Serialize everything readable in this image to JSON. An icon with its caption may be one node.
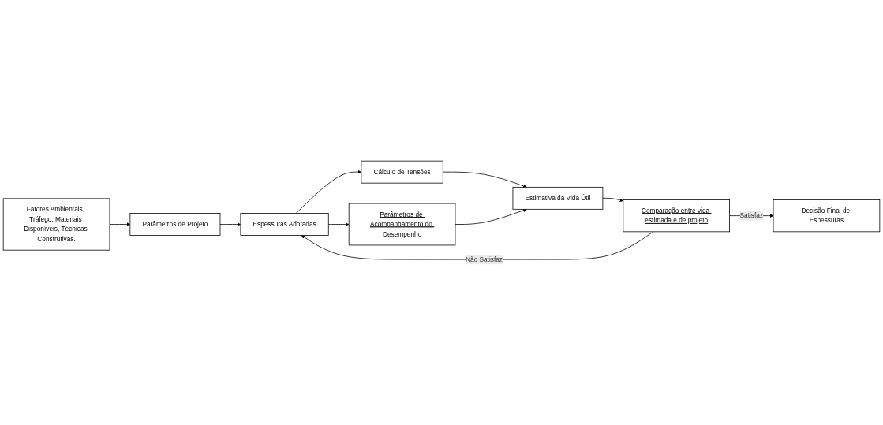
{
  "diagram": {
    "nodes": [
      {
        "text": [
          "Fatores Ambientais, Tráfego, Materiais Disponíveis, Técnicas Construtivas."
        ]
      },
      {
        "text": [
          "Parâmetros de Projeto"
        ]
      },
      {
        "text": [
          "Espessuras Adotadas"
        ]
      },
      {
        "text": [
          "Cálculo de Tensões"
        ]
      },
      {
        "text": [
          "Estimativa da Vida Útil"
        ]
      },
      {
        "text": [
          "Parâmetros de Acompanhamento do Desempenho"
        ]
      },
      {
        "text": [
          "Comparação entre vida estimada e de projeto"
        ]
      },
      {
        "text": [
          "Decisão Final de Espessuras"
        ]
      }
    ],
    "edges": [
      {
        "from": 0,
        "to": 1,
        "arrow": "to"
      },
      {
        "from": 1,
        "to": 2,
        "arrow": "to"
      },
      {
        "from": 2,
        "to": 3,
        "arrow": "to"
      },
      {
        "from": 2,
        "to": 5,
        "arrow": "to"
      },
      {
        "from": 3,
        "to": 4,
        "arrow": "to"
      },
      {
        "from": 5,
        "to": 4,
        "arrow": "to"
      },
      {
        "from": 4,
        "to": 6,
        "arrow": "to"
      },
      {
        "from": 6,
        "to": 7,
        "arrow": "to",
        "label": "Satisfaz"
      },
      {
        "from": 6,
        "to": 2,
        "arrow": "to",
        "label": "Não Satisfaz"
      }
    ]
  }
}
